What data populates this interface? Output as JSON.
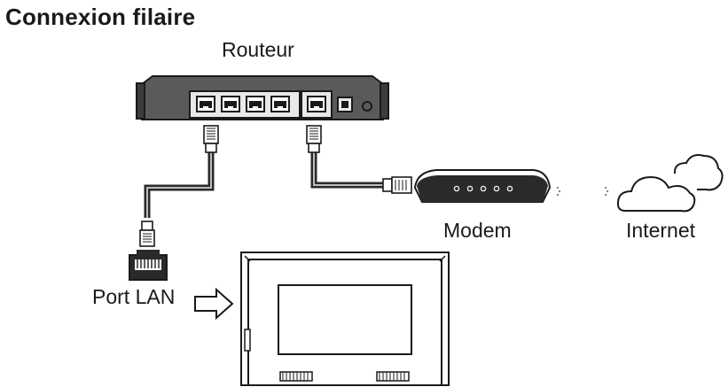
{
  "title": "Connexion filaire",
  "labels": {
    "router": "Routeur",
    "modem": "Modem",
    "internet": "Internet",
    "lan_port": "Port LAN"
  },
  "colors": {
    "stroke": "#1a1a1a",
    "router_body": "#5a5a5a",
    "router_panel": "#e9e9e9",
    "cable": "#2a2a2a",
    "cable_inner": "#bdbdbd"
  },
  "icons": [
    "router-icon",
    "modem-icon",
    "cloud-icon",
    "tv-back-icon",
    "ethernet-plug-icon",
    "lan-socket-icon",
    "arrow-right-icon"
  ]
}
